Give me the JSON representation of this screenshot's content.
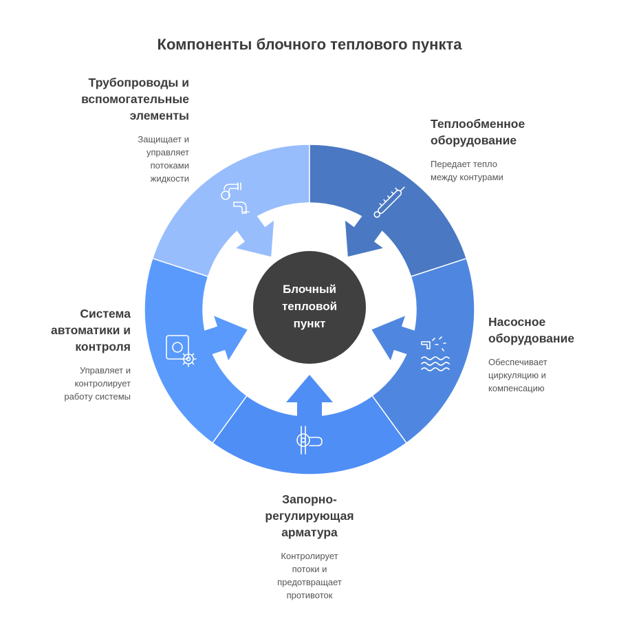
{
  "title": "Компоненты блочного теплового пункта",
  "hub": {
    "lines": [
      "Блочный",
      "тепловой",
      "пункт"
    ]
  },
  "segments": [
    {
      "id": "pipes",
      "color": "#97bdfc",
      "icon": "pipe-faucet-icon",
      "heading": [
        "Трубопроводы и",
        "вспомогательные",
        "элементы"
      ],
      "desc": [
        "Защищает и",
        "управляет",
        "потоками",
        "жидкости"
      ]
    },
    {
      "id": "heat-exchange",
      "color": "#4a78c2",
      "icon": "thermometer-icon",
      "heading": [
        "Теплообменное",
        "оборудование"
      ],
      "desc": [
        "Передает тепло",
        "между контурами"
      ]
    },
    {
      "id": "pumps",
      "color": "#4f87e0",
      "icon": "water-pump-icon",
      "heading": [
        "Насосное",
        "оборудование"
      ],
      "desc": [
        "Обеспечивает",
        "циркуляцию и",
        "компенсацию"
      ]
    },
    {
      "id": "valves",
      "color": "#4f8ef5",
      "icon": "valve-icon",
      "heading": [
        "Запорно-",
        "регулирующая",
        "арматура"
      ],
      "desc": [
        "Контролирует",
        "потоки и",
        "предотвращает",
        "противоток"
      ]
    },
    {
      "id": "automation",
      "color": "#5a9afc",
      "icon": "control-panel-gear-icon",
      "heading": [
        "Система",
        "автоматики и",
        "контроля"
      ],
      "desc": [
        "Управляет и",
        "контролирует",
        "работу системы"
      ]
    }
  ]
}
